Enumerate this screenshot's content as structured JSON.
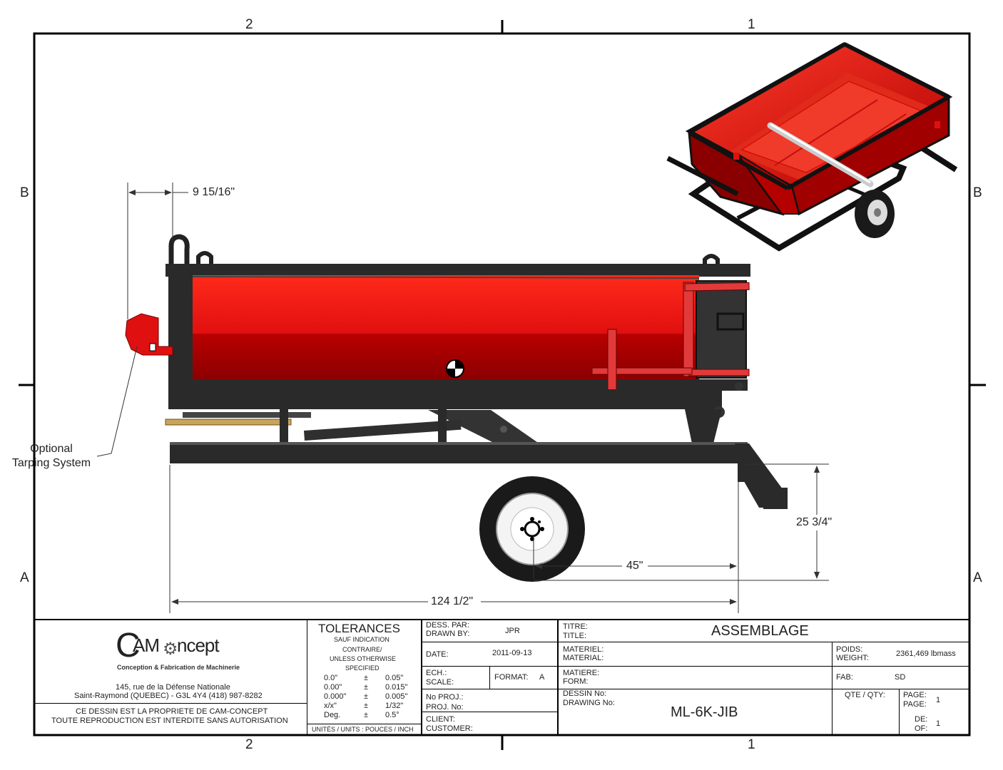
{
  "zones": {
    "top_left": "2",
    "top_right": "1",
    "bottom_left": "2",
    "bottom_right": "1",
    "left_top": "B",
    "left_bottom": "A",
    "right_top": "B",
    "right_bottom": "A"
  },
  "dimensions": {
    "top_offset": "9 15/16\"",
    "height": "25 3/4\"",
    "axle": "45\"",
    "length": "124 1/2\""
  },
  "callout": {
    "line1": "Optional",
    "line2": "Tarping System"
  },
  "company": {
    "logo_left": "AM",
    "logo_right": "ncept",
    "logo_prefix": "C",
    "tagline": "Conception & Fabrication de Machinerie",
    "address1": "145, rue de la Défense Nationale",
    "address2": "Saint-Raymond (QUEBEC) - G3L 4Y4     (418) 987-8282",
    "notice1": "CE DESSIN EST LA PROPRIETE DE CAM-CONCEPT",
    "notice2": "TOUTE REPRODUCTION EST INTERDITE SANS AUTORISATION"
  },
  "tolerances": {
    "title": "TOLERANCES",
    "sub1": "SAUF INDICATION",
    "sub2": "CONTRAIRE/",
    "sub3": "UNLESS OTHERWISE",
    "sub4": "SPECIFIED",
    "rows": [
      [
        "0.0\"",
        "±",
        "0.05\""
      ],
      [
        "0.00\"",
        "±",
        "0.015\""
      ],
      [
        "0.000\"",
        "±",
        "0.005\""
      ],
      [
        "x/x\"",
        "±",
        "1/32\""
      ],
      [
        "Deg.",
        "±",
        "0.5°"
      ]
    ],
    "units": "UNITÉS / UNITS : POUCES / INCH"
  },
  "fields": {
    "dess_label1": "DESS. PAR:",
    "dess_label2": "DRAWN BY:",
    "dess_value": "JPR",
    "date_label": "DATE:",
    "date_value": "2011-09-13",
    "ech_label1": "ECH.:",
    "ech_label2": "SCALE:",
    "format_label": "FORMAT:",
    "format_value": "A",
    "proj_label1": "No PROJ.:",
    "proj_label2": "PROJ. No:",
    "client_label1": "CLIENT:",
    "client_label2": "CUSTOMER:",
    "titre_label1": "TITRE:",
    "titre_label2": "TITLE:",
    "title_value": "ASSEMBLAGE",
    "materiel_label1": "MATERIEL:",
    "materiel_label2": "MATERIAL:",
    "matiere_label1": "MATIERE:",
    "matiere_label2": "FORM:",
    "dessin_label1": "DESSIN No:",
    "dessin_label2": "DRAWING No:",
    "drawing_value": "ML-6K-JIB",
    "poids_label1": "POIDS:",
    "poids_label2": "WEIGHT:",
    "weight_value": "2361,469 lbmass",
    "fab_label": "FAB:",
    "fab_value": "SD",
    "qty_label": "QTE / QTY:",
    "page_label1": "PAGE:",
    "page_label2": "PAGE:",
    "page_value": "1",
    "of_label1": "DE:",
    "of_label2": "OF:",
    "of_value": "1"
  },
  "colors": {
    "body_red": "#e01010",
    "body_dark_red": "#a00000",
    "frame": "#2a2a2a",
    "wood": "#c9a45a"
  }
}
